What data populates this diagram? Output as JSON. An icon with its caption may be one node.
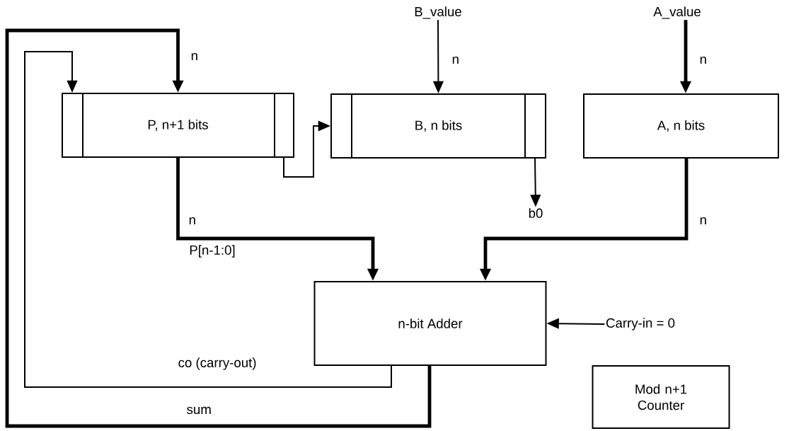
{
  "diagram": {
    "nodes": [
      {
        "text": [
          "P, n+1 bits"
        ]
      },
      {
        "text": [
          "B, n bits"
        ]
      },
      {
        "text": [
          "A, n bits"
        ]
      },
      {
        "text": [
          "n-bit Adder"
        ]
      },
      {
        "text": [
          "Mod n+1 Counter"
        ]
      },
      {
        "text": [
          "B_value"
        ]
      },
      {
        "text": [
          "A_value"
        ]
      },
      {
        "text": [
          "b0"
        ]
      },
      {
        "text": [
          "Carry-in = 0"
        ]
      }
    ],
    "edges": [
      {
        "from": 5,
        "to": 1,
        "arrow": "to",
        "label": "n"
      },
      {
        "from": 6,
        "to": 2,
        "arrow": "to",
        "label": "n",
        "style": "thick"
      },
      {
        "from": 0,
        "to": 3,
        "arrow": "to",
        "label": "n",
        "style": "thick"
      },
      {
        "from": 2,
        "to": 3,
        "arrow": "to",
        "label": "n",
        "style": "thick"
      },
      {
        "from": 0,
        "to": 1,
        "arrow": "to"
      },
      {
        "from": 1,
        "to": 7,
        "arrow": "to"
      },
      {
        "from": 8,
        "to": 3,
        "arrow": "to"
      },
      {
        "from": 3,
        "to": 0,
        "arrow": "to",
        "label": "co (carry-out)"
      },
      {
        "from": 3,
        "to": 0,
        "arrow": "to",
        "label": "sum",
        "style": "thick"
      }
    ],
    "labels": [
      "n",
      "P[n-1:0]"
    ]
  }
}
